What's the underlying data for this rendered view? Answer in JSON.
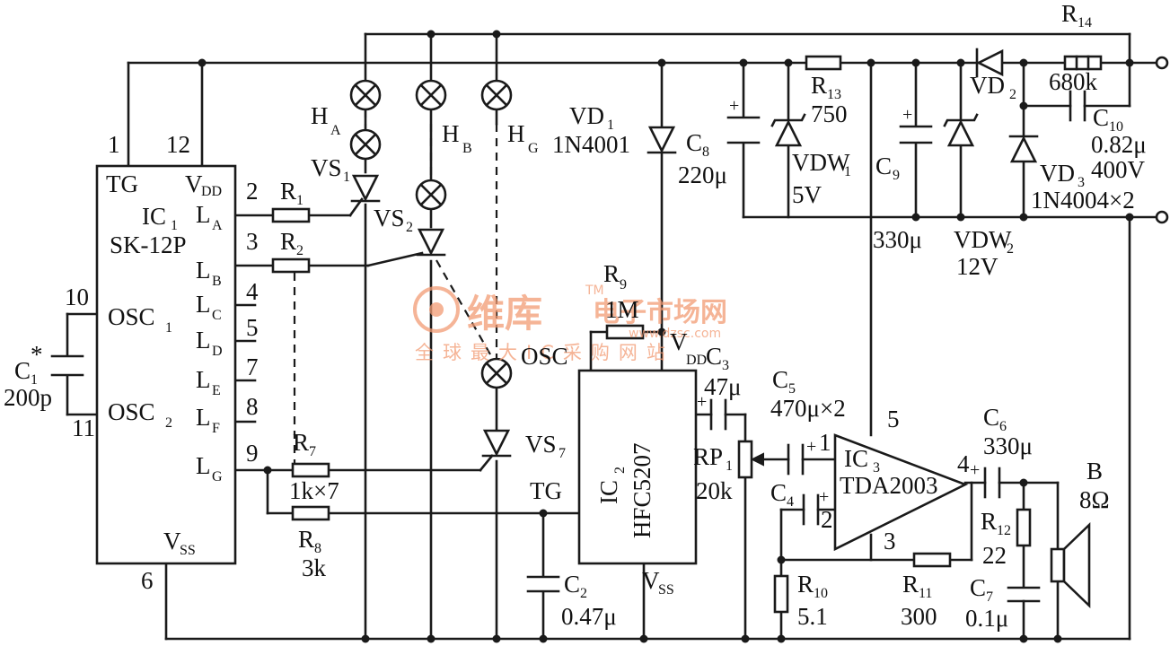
{
  "labels": {
    "r14": "R",
    "r14_sub": "14",
    "r14_val": "680k",
    "r13": "R",
    "r13_sub": "13",
    "r13_val": "750",
    "vd1": "VD",
    "vd1_sub": "1",
    "vd1_val": "1N4001",
    "c8": "C",
    "c8_sub": "8",
    "c8_val": "220μ",
    "vdw1": "VDW",
    "vdw1_sub": "1",
    "vdw1_val": "5V",
    "c9": "C",
    "c9_sub": "9",
    "c9_val": "330μ",
    "vdw2": "VDW",
    "vdw2_sub": "2",
    "vdw2_val": "12V",
    "vd2": "VD",
    "vd2_sub": "2",
    "c10": "C",
    "c10_sub": "10",
    "c10_val1": "0.82μ",
    "c10_val2": "400V",
    "vd3": "VD",
    "vd3_sub": "3",
    "vd3_val": "1N4004×2",
    "ha": "H",
    "ha_sub": "A",
    "hb": "H",
    "hb_sub": "B",
    "hg": "H",
    "hg_sub": "G",
    "vs1": "VS",
    "vs1_sub": "1",
    "vs2": "VS",
    "vs2_sub": "2",
    "vs7": "VS",
    "vs7_sub": "7",
    "ic1_pin1": "1",
    "ic1_pin12": "12",
    "ic1_tg": "TG",
    "ic1_vdd": "V",
    "ic1_vdd_sub": "DD",
    "ic1": "IC",
    "ic1_sub": "1",
    "ic1_part": "SK-12P",
    "pin2": "2",
    "pin3": "3",
    "pin4": "4",
    "pin5": "5",
    "pin7": "7",
    "pin8": "8",
    "pin9": "9",
    "pin10": "10",
    "pin11": "11",
    "pin6": "6",
    "la": "L",
    "la_sub": "A",
    "lb": "L",
    "lb_sub": "B",
    "lc": "L",
    "lc_sub": "C",
    "ld": "L",
    "ld_sub": "D",
    "le": "L",
    "le_sub": "E",
    "lf": "L",
    "lf_sub": "F",
    "lg": "L",
    "lg_sub": "G",
    "osc1": "OSC",
    "osc1_sub": "1",
    "osc2": "OSC",
    "osc2_sub": "2",
    "vss1": "V",
    "vss1_sub": "SS",
    "r1": "R",
    "r1_sub": "1",
    "r2": "R",
    "r2_sub": "2",
    "r7": "R",
    "r7_sub": "7",
    "r7_val": "1k×7",
    "r8": "R",
    "r8_sub": "8",
    "r8_val": "3k",
    "c1": "C",
    "c1_sub": "1",
    "c1_star": "*",
    "c1_val": "200p",
    "r9": "R",
    "r9_sub": "9",
    "r9_val": "1M",
    "osc": "OSC",
    "vdd2": "V",
    "vdd2_sub": "DD",
    "c3": "C",
    "c3_sub": "3",
    "c3_val": "47μ",
    "ic2": "IC",
    "ic2_sub": "2",
    "ic2_part": "HFC5207",
    "tg2": "TG",
    "vss2": "V",
    "vss2_sub": "SS",
    "c2": "C",
    "c2_sub": "2",
    "c2_val": "0.47μ",
    "c5": "C",
    "c5_sub": "5",
    "c5_val": "470μ×2",
    "rp1": "RP",
    "rp1_sub": "1",
    "rp1_val": "20k",
    "ic3": "IC",
    "ic3_sub": "3",
    "ic3_part": "TDA2003",
    "ic3_pin5": "5",
    "ic3_pin4": "4",
    "ic3_pin3": "3",
    "ic3_pin1": "1",
    "ic3_pin2": "2",
    "c4": "C",
    "c4_sub": "4",
    "c6": "C",
    "c6_sub": "6",
    "c6_val": "330μ",
    "b": "B",
    "b_val": "8Ω",
    "r12": "R",
    "r12_sub": "12",
    "r12_val": "22",
    "r10": "R",
    "r10_sub": "10",
    "r10_val": "5.1",
    "r11": "R",
    "r11_sub": "11",
    "r11_val": "300",
    "c7": "C",
    "c7_sub": "7",
    "c7_val": "0.1μ"
  },
  "watermark": {
    "brand": "维库",
    "title": "电子市场网",
    "url": "www.dzsc.com",
    "slogan": "全球最大IC采购网站",
    "tm": "TM",
    "color": "#f29b74"
  }
}
